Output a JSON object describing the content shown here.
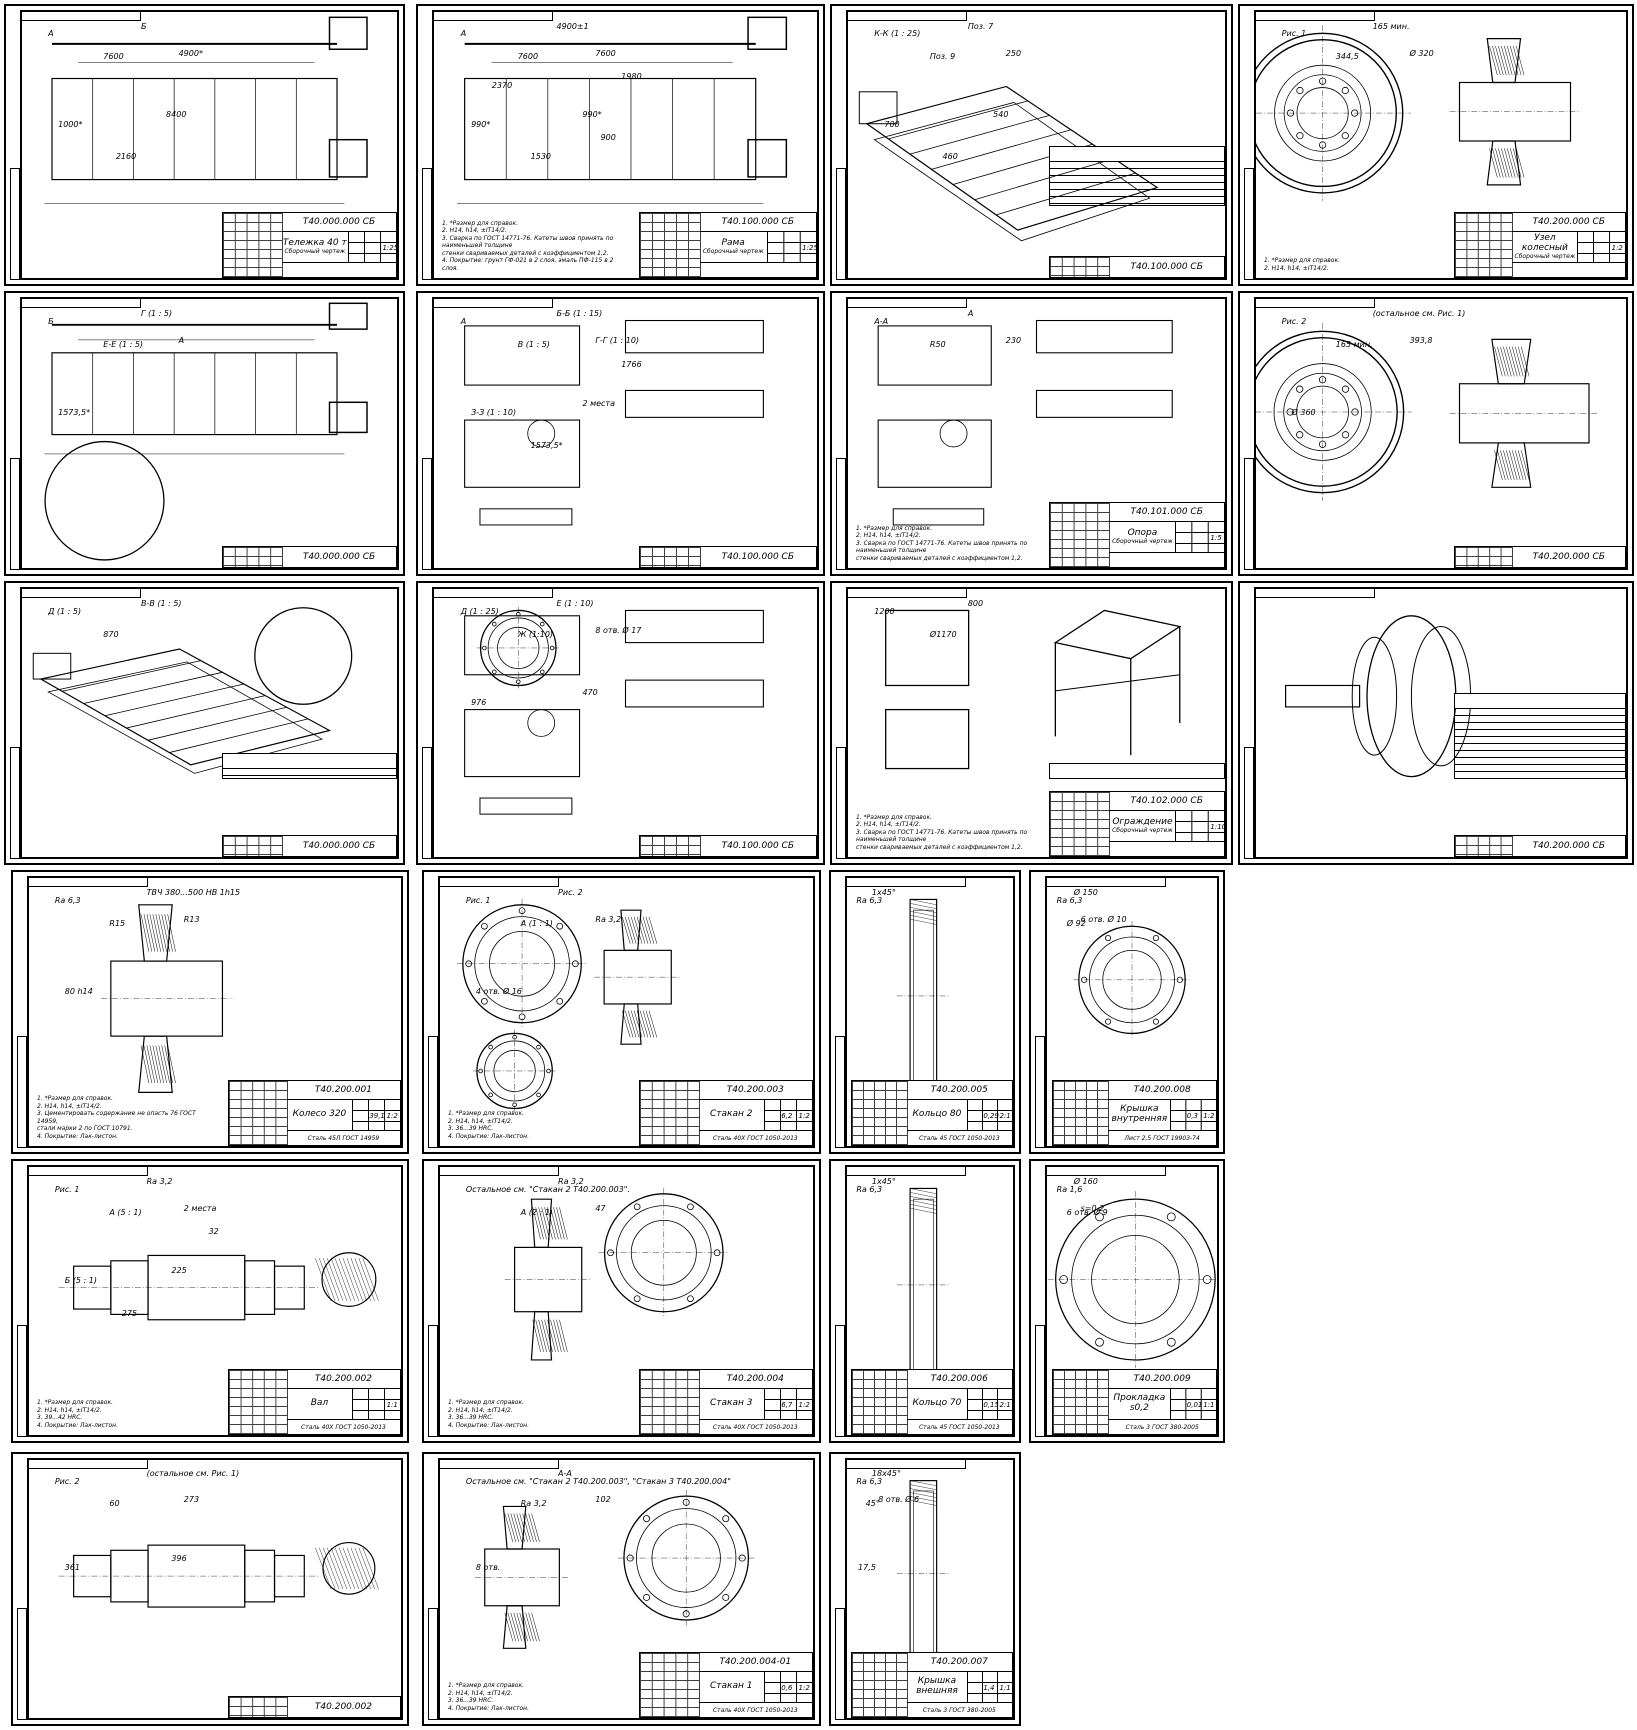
{
  "sheets": [
    {
      "code": "Т40.000.000 СБ",
      "title": "Тележка 40 т",
      "subtitle": "Сборочный чертеж",
      "mass": "",
      "scale": "1:25",
      "material": "",
      "labels": [
        "А",
        "Б",
        "7600",
        "4900*",
        "1000*",
        "8400",
        "2160"
      ],
      "notes": []
    },
    {
      "code": "Т40.100.000 СБ",
      "title": "Рама",
      "subtitle": "Сборочный чертеж",
      "mass": "",
      "scale": "1:25",
      "material": "",
      "labels": [
        "А",
        "4900±1",
        "7600",
        "7600",
        "990*",
        "990*",
        "1530",
        "1980",
        "2370",
        "900"
      ],
      "notes": [
        "1. *Размер для справок.",
        "2. Н14, h14, ±IT14/2.",
        "3. Сварка по ГОСТ 14771-76. Катеты швов принять по наименьшей толщине",
        "стенки свариваемых деталей с коэффициентом 1,2.",
        "4. Покрытие: грунт ГФ-021 в 2 слоя, эмаль ПФ-115 в 2 слоя."
      ]
    },
    {
      "code": "Т40.100.000 СБ",
      "title": "",
      "subtitle": "",
      "mass": "",
      "scale": "",
      "material": "",
      "labels": [
        "К-К (1 : 25)",
        "Поз. 7",
        "Поз. 9",
        "250",
        "700",
        "540",
        "460"
      ],
      "notes": []
    },
    {
      "code": "Т40.200.000 СБ",
      "title": "Узел колесный",
      "subtitle": "Сборочный чертеж",
      "mass": "",
      "scale": "1:2",
      "material": "",
      "labels": [
        "Рис. 1",
        "165 мин.",
        "344,5",
        "Ø 320"
      ],
      "notes": [
        "1. *Размер для справок.",
        "2. Н14, h14, ±IT14/2."
      ]
    },
    {
      "code": "Т40.000.000 СБ",
      "title": "",
      "subtitle": "",
      "mass": "",
      "scale": "",
      "material": "",
      "labels": [
        "Б",
        "Г (1 : 5)",
        "Е-Е (1 : 5)",
        "А",
        "1573,5*"
      ],
      "notes": []
    },
    {
      "code": "Т40.100.000 СБ",
      "title": "",
      "subtitle": "",
      "mass": "",
      "scale": "",
      "material": "",
      "labels": [
        "А",
        "Б-Б (1 : 15)",
        "В (1 : 5)",
        "Г-Г (1 : 10)",
        "З-З (1 : 10)",
        "2 места",
        "1573,5*",
        "1766"
      ],
      "notes": []
    },
    {
      "code": "Т40.101.000 СБ",
      "title": "Опора",
      "subtitle": "Сборочный чертеж",
      "mass": "",
      "scale": "1:5",
      "material": "",
      "labels": [
        "А-А",
        "А",
        "R50",
        "230"
      ],
      "notes": [
        "1. *Размер для справок.",
        "2. Н14, h14, ±IT14/2.",
        "3. Сварка по ГОСТ 14771-76. Катеты швов принять по наименьшей толщине",
        "стенки свариваемых деталей с коэффициентом 1,2."
      ]
    },
    {
      "code": "Т40.200.000 СБ",
      "title": "",
      "subtitle": "",
      "mass": "",
      "scale": "",
      "material": "",
      "labels": [
        "Рис. 2",
        "(остальное см. Рис. 1)",
        "165 мин.",
        "393,8",
        "Ø 360"
      ],
      "notes": []
    },
    {
      "code": "Т40.000.000 СБ",
      "title": "",
      "subtitle": "",
      "mass": "",
      "scale": "",
      "material": "",
      "labels": [
        "Д (1 : 5)",
        "В-В (1 : 5)",
        "870"
      ],
      "notes": []
    },
    {
      "code": "Т40.100.000 СБ",
      "title": "",
      "subtitle": "",
      "mass": "",
      "scale": "",
      "material": "",
      "labels": [
        "Д (1 : 25)",
        "Е (1 : 10)",
        "Ж (1:10)",
        "8 отв. Ø 17",
        "976",
        "470"
      ],
      "notes": []
    },
    {
      "code": "Т40.102.000 СБ",
      "title": "Ограждение",
      "subtitle": "Сборочный чертеж",
      "mass": "",
      "scale": "1:10",
      "material": "",
      "labels": [
        "1200",
        "800",
        "Ø1170"
      ],
      "notes": [
        "1. *Размер для справок.",
        "2. Н14, h14, ±IT14/2.",
        "3. Сварка по ГОСТ 14771-76. Катеты швов принять по наименьшей толщине",
        "стенки свариваемых деталей с коэффициентом 1,2."
      ]
    },
    {
      "code": "Т40.200.000 СБ",
      "title": "",
      "subtitle": "",
      "mass": "",
      "scale": "",
      "material": "",
      "labels": [],
      "notes": []
    },
    {
      "code": "Т40.200.001",
      "title": "Колесо 320",
      "subtitle": "",
      "mass": "39,1",
      "scale": "1:2",
      "material": "Сталь 45Л ГОСТ 14959",
      "labels": [
        "Ra 6,3",
        "ТВЧ 380...500 HB 1h15",
        "R15",
        "R13",
        "80 h14"
      ],
      "notes": [
        "1. *Размер для справок.",
        "2. Н14, h14, ±IT14/2.",
        "3. Цементировать содержание не опасть 76 ГОСТ 14959,",
        "стали марки 2 по ГОСТ 10791.",
        "4. Покрытие: Лак-листон."
      ]
    },
    {
      "code": "Т40.200.003",
      "title": "Стакан 2",
      "subtitle": "",
      "mass": "6,2",
      "scale": "1:2",
      "material": "Сталь 40Х ГОСТ 1050-2013",
      "labels": [
        "Рис. 1",
        "Рис. 2",
        "А (1 : 1)",
        "Ra 3,2",
        "4 отв. Ø 16"
      ],
      "notes": [
        "1. *Размер для справок.",
        "2. Н14, h14, ±IT14/2.",
        "3. 36...39 HRC.",
        "4. Покрытие: Лак-листон."
      ]
    },
    {
      "code": "Т40.200.005",
      "title": "Кольцо 80",
      "subtitle": "",
      "mass": "0,29",
      "scale": "2:1",
      "material": "Сталь 45 ГОСТ 1050-2013",
      "labels": [
        "Ra 6,3",
        "1x45°"
      ],
      "notes": [
        "1. Н14, h14, ±IT14/2.",
        "2. Покрытие: Лак-листон."
      ]
    },
    {
      "code": "Т40.200.008",
      "title": "Крышка внутренняя",
      "subtitle": "",
      "mass": "0,3",
      "scale": "1:2",
      "material": "Лист 2,5 ГОСТ 19903-74",
      "labels": [
        "Ra 6,3",
        "Ø 150",
        "Ø 92",
        "6 отв. Ø 10"
      ],
      "notes": [
        "1. Н14, h14, ±IT14/2.",
        "2. Покрытие: Лак-листон."
      ]
    },
    {
      "code": "Т40.200.002",
      "title": "Вал",
      "subtitle": "",
      "mass": "",
      "scale": "1:1",
      "material": "Сталь 40Х ГОСТ 1050-2013",
      "labels": [
        "Рис. 1",
        "Ra 3,2",
        "А (5 : 1)",
        "2 места",
        "Б (5 : 1)",
        "225",
        "275",
        "32"
      ],
      "notes": [
        "1. *Размер для справок.",
        "2. Н14, h14, ±IT14/2.",
        "3. 39...42 HRC.",
        "4. Покрытие: Лак-листон."
      ]
    },
    {
      "code": "Т40.200.004",
      "title": "Стакан 3",
      "subtitle": "",
      "mass": "6,7",
      "scale": "1:2",
      "material": "Сталь 40Х ГОСТ 1050-2013",
      "labels": [
        "Остальное см. \"Стакан 2 Т40.200.003\".",
        "Ra 3,2",
        "А (2 : 1)",
        "47"
      ],
      "notes": [
        "1. *Размер для справок.",
        "2. Н14, h14, ±IT14/2.",
        "3. 36...39 HRC.",
        "4. Покрытие: Лак-листон."
      ]
    },
    {
      "code": "Т40.200.006",
      "title": "Кольцо 70",
      "subtitle": "",
      "mass": "0,15",
      "scale": "2:1",
      "material": "Сталь 45 ГОСТ 1050-2013",
      "labels": [
        "Ra 6,3",
        "1x45°"
      ],
      "notes": [
        "1. Н14, h14, ±IT14/2.",
        "2. Покрытие: Лак-листон."
      ]
    },
    {
      "code": "Т40.200.009",
      "title": "Прокладка s0,2",
      "subtitle": "",
      "mass": "0,01",
      "scale": "1:1",
      "material": "Сталь 3 ГОСТ 380-2005",
      "labels": [
        "Ra 1,6",
        "Ø 160",
        "6 отв. Ø 9",
        "s=0,2"
      ],
      "notes": [
        "1. Н14, h14, ±IT14/2.",
        "2. Покрытие: Лак-листон."
      ]
    },
    {
      "code": "Т40.200.002",
      "title": "",
      "subtitle": "",
      "mass": "",
      "scale": "",
      "material": "",
      "labels": [
        "Рис. 2",
        "(остальное см. Рис. 1)",
        "60",
        "273",
        "361",
        "396"
      ],
      "notes": []
    },
    {
      "code": "Т40.200.004-01",
      "title": "Стакан 1",
      "subtitle": "",
      "mass": "0,6",
      "scale": "1:2",
      "material": "Сталь 40Х ГОСТ 1050-2013",
      "labels": [
        "Остальное см. \"Стакан 2 Т40.200.003\", \"Стакан 3 Т40.200.004\"",
        "А-А",
        "Ra 3,2",
        "102",
        "8 отв."
      ],
      "notes": [
        "1. *Размер для справок.",
        "2. Н14, h14, ±IT14/2.",
        "3. 36...39 HRC.",
        "4. Покрытие: Лак-листон."
      ]
    },
    {
      "code": "Т40.200.007",
      "title": "Крышка внешняя",
      "subtitle": "",
      "mass": "1,4",
      "scale": "1:1",
      "material": "Сталь 3 ГОСТ 380-2005",
      "labels": [
        "Ra 6,3",
        "18x45°",
        "45°",
        "8 отв. Ø 6",
        "17,5"
      ],
      "notes": [
        "1. Н14, h14, ±IT14/2.",
        "2. Покрытие: Лак-листон."
      ]
    }
  ],
  "colors": {
    "ink": "#000000",
    "paper": "#ffffff",
    "outer": "#ffffff"
  }
}
